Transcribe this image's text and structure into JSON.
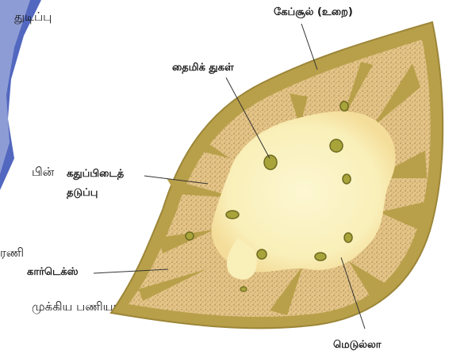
{
  "body_text": {
    "fragment_top": "துடிப்பு",
    "fragment_mid_left": "பின்",
    "fragment_lower_left": "ரணி",
    "fragment_bottom": "முக்கிய பணியாகும்."
  },
  "labels": {
    "capsule": "கேப்சூல் (உறை)",
    "thymic_corpuscles": "தைமிக் துகள்",
    "trabecula_line1": "கதுப்பிடைத்",
    "trabecula_line2": "தடுப்பு",
    "cortex": "கார்டெக்ஸ்",
    "medulla": "மெடுல்லா"
  },
  "colors": {
    "capsule": "#b8a04a",
    "cortex": "#e8c88a",
    "medulla": "#fbf3c4",
    "corpuscle": "#a8a43a",
    "watermark": "#3f57b8"
  }
}
